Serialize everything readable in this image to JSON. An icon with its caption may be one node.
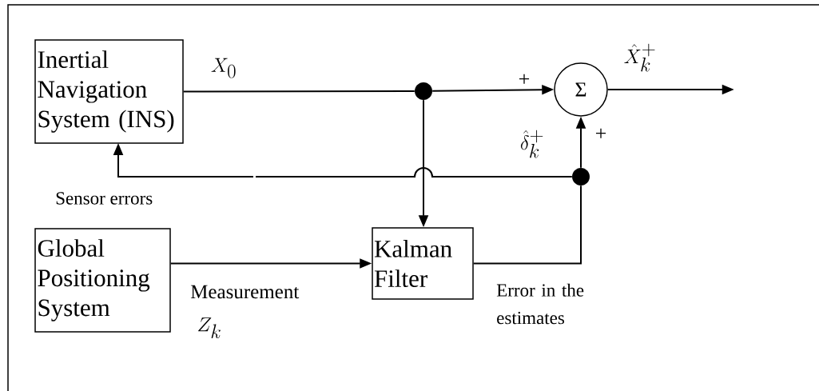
{
  "diagram": {
    "nodes": [
      {
        "text": [
          "Inertial Navigation System (INS)"
        ]
      },
      {
        "text": [
          "Global Positioning System"
        ]
      },
      {
        "text": [
          "Kalman Filter"
        ]
      },
      {
        "text": [
          "Σ"
        ]
      },
      {
        "text": [],
        "shape": "circle"
      },
      {
        "text": [],
        "shape": "circle"
      }
    ],
    "edges": [
      {
        "from": 0,
        "to": 4,
        "arrow": "none"
      },
      {
        "from": 4,
        "to": 3,
        "arrow": "to",
        "label": "+"
      },
      {
        "from": 4,
        "to": 2,
        "arrow": "to"
      },
      {
        "from": 1,
        "to": 2,
        "arrow": "to",
        "label": "Measurement"
      },
      {
        "from": 2,
        "to": 5,
        "arrow": "none",
        "label": "Error in the estimates"
      },
      {
        "from": 5,
        "to": 3,
        "arrow": "to",
        "label": "+"
      },
      {
        "from": 5,
        "to": 0,
        "arrow": "to",
        "label": "Sensor errors"
      },
      {
        "from": 3,
        "to": null,
        "arrow": "to"
      }
    ],
    "labels": [
      "X_0",
      "\\hat{X}_k^+",
      "\\hat{\\delta}_k^+",
      "Z_k"
    ]
  }
}
